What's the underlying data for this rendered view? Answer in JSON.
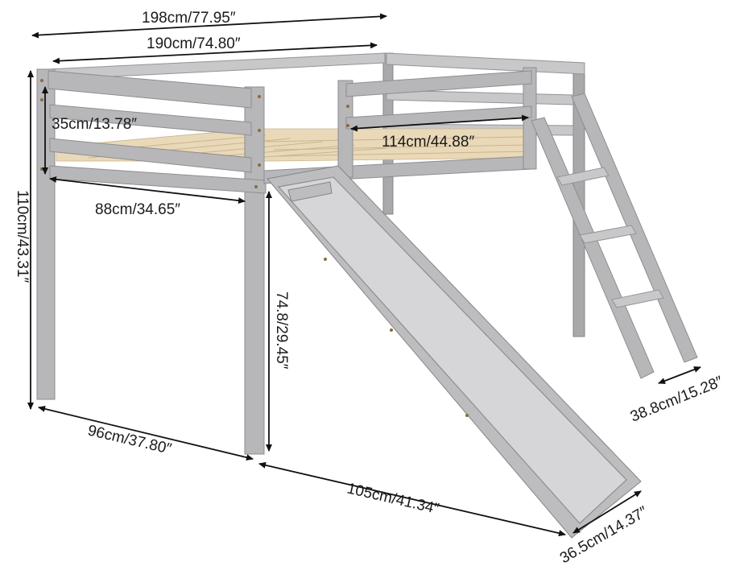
{
  "dimensions": {
    "overall_length": "198cm/77.95″",
    "inner_length": "190cm/74.80″",
    "guardrail_height": "35cm/13.78″",
    "gate_opening": "114cm/44.88″",
    "side_depth": "88cm/34.65″",
    "total_height": "110cm/43.31″",
    "slide_height": "74.8/29.45″",
    "overall_width": "96cm/37.80″",
    "slide_length": "105cm/41.34″",
    "slide_width": "36.5cm/14.37″",
    "ladder_width": "38.8cm/15.28″"
  },
  "colors": {
    "frame": "#b7b7b9",
    "slats": "#ead9b8",
    "slide": "#d6d6d8",
    "arrows": "#111111"
  }
}
